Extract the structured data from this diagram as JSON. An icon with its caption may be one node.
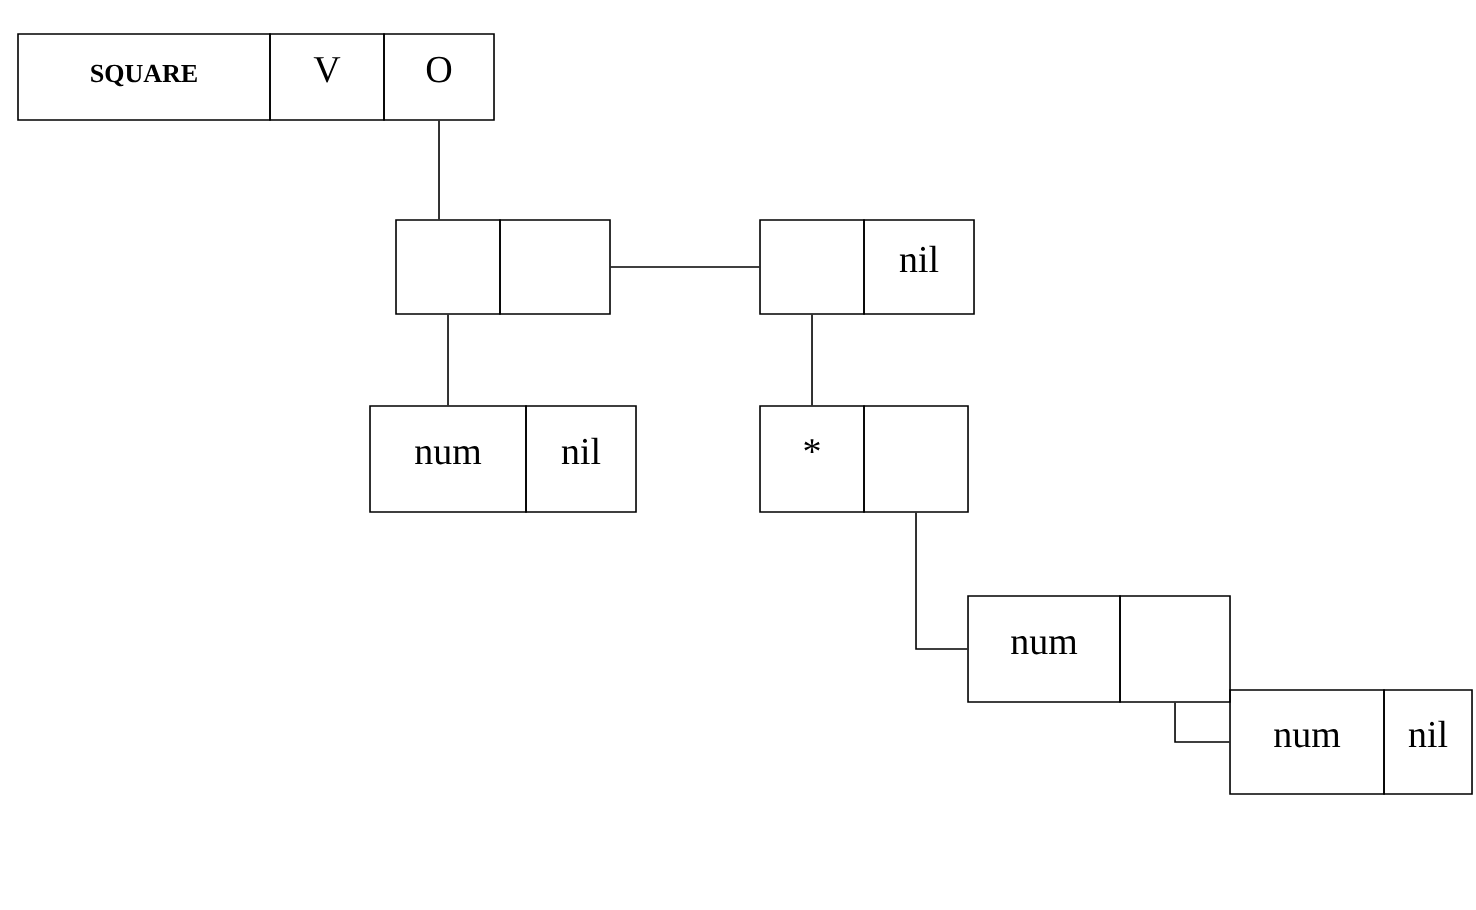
{
  "diagram": {
    "nodes": [
      {
        "text": [
          "SQUARE"
        ]
      },
      {
        "text": [
          "V"
        ]
      },
      {
        "text": [
          "O"
        ]
      },
      {
        "text": [],
        "shape": "box"
      },
      {
        "text": [],
        "shape": "box"
      },
      {
        "text": [],
        "shape": "box"
      },
      {
        "text": [
          "nil"
        ]
      },
      {
        "text": [
          "num"
        ]
      },
      {
        "text": [
          "nil"
        ]
      },
      {
        "text": [
          "*"
        ]
      },
      {
        "text": [],
        "shape": "box"
      },
      {
        "text": [
          "num"
        ]
      },
      {
        "text": [],
        "shape": "box"
      },
      {
        "text": [
          "num"
        ]
      },
      {
        "text": [
          "nil"
        ]
      }
    ],
    "edges": [
      {
        "from": 2,
        "to": 3,
        "arrow": "none"
      },
      {
        "from": 4,
        "to": 5,
        "arrow": "none"
      },
      {
        "from": 3,
        "to": 7,
        "arrow": "none"
      },
      {
        "from": 5,
        "to": 9,
        "arrow": "none"
      },
      {
        "from": 10,
        "to": 11,
        "arrow": "none"
      },
      {
        "from": 12,
        "to": 13,
        "arrow": "none"
      }
    ]
  }
}
